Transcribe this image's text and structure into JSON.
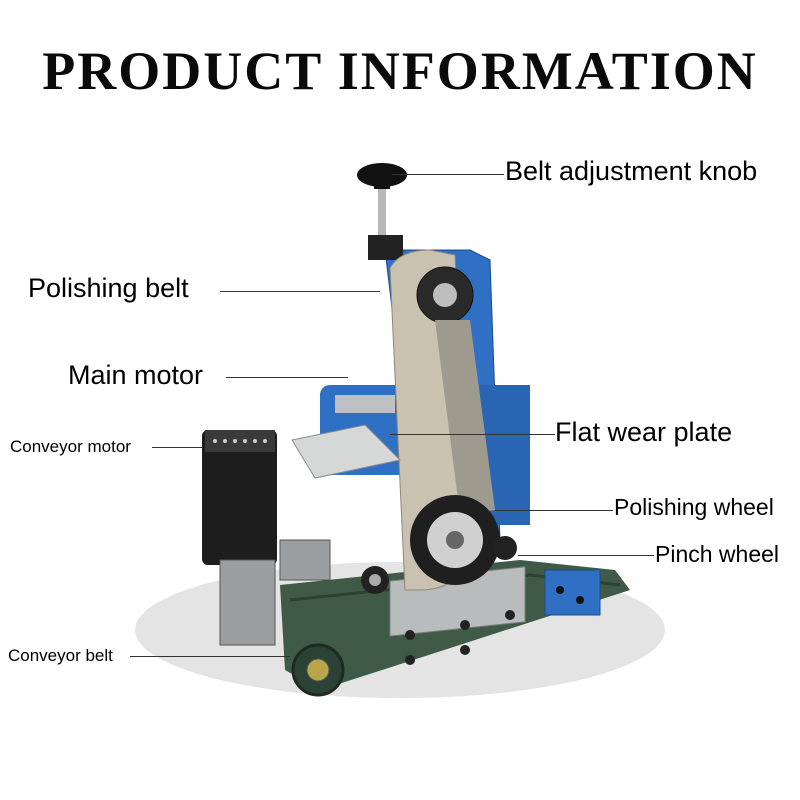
{
  "title": "PRODUCT INFORMATION",
  "labels": {
    "belt_adjustment_knob": "Belt adjustment knob",
    "polishing_belt": "Polishing belt",
    "main_motor": "Main motor",
    "conveyor_motor": "Conveyor motor",
    "flat_wear_plate": "Flat wear plate",
    "polishing_wheel": "Polishing wheel",
    "pinch_wheel": "Pinch wheel",
    "conveyor_belt": "Conveyor belt"
  },
  "colors": {
    "frame_blue": "#2f6fc4",
    "conveyor_green": "#3f5a47",
    "steel": "#c9cbcc",
    "shadow": "#e6e6e6"
  }
}
